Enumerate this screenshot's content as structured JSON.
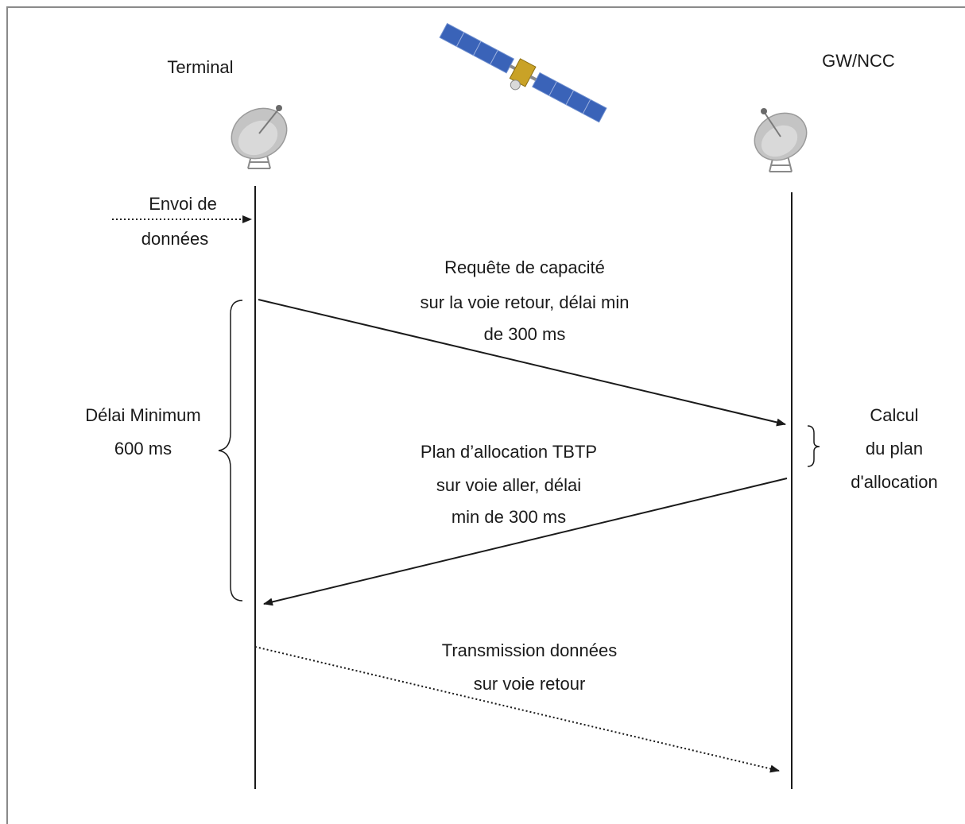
{
  "entities": {
    "terminal": "Terminal",
    "gateway": "GW/NCC"
  },
  "messages": {
    "data_send": [
      "Envoi de",
      "données"
    ],
    "capacity_request": [
      "Requête de capacité",
      "sur la voie retour, délai min",
      "de 300 ms"
    ],
    "allocation_plan": [
      "Plan d’allocation TBTP",
      "sur voie aller, délai",
      "min de 300 ms"
    ],
    "data_transmission": [
      "Transmission données",
      "sur voie retour"
    ]
  },
  "annotations": {
    "min_delay": [
      "Délai Minimum",
      "600 ms"
    ],
    "plan_calculation": [
      "Calcul",
      "du plan",
      "d'allocation"
    ]
  },
  "icons": {
    "satellite": "satellite-icon",
    "terminal_dish": "satellite-dish-icon",
    "gateway_dish": "satellite-dish-icon"
  },
  "colors": {
    "line": "#1a1a1a",
    "dish": "#bdbdbd",
    "panel": "#3a63b8"
  }
}
